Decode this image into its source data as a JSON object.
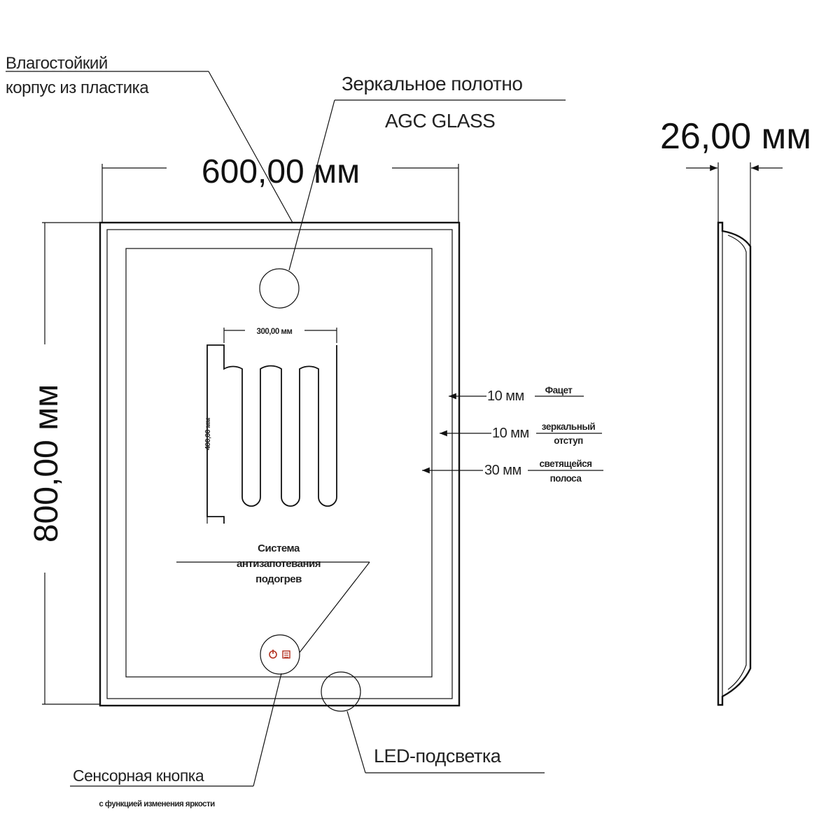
{
  "labels": {
    "housing_line1": "Влагостойкий",
    "housing_line2": "корпус из пластика",
    "mirror_line1": "Зеркальное  полотно",
    "mirror_line2": "AGC GLASS",
    "depth": "26,00 мм",
    "width": "600,00 мм",
    "height": "800,00 мм",
    "heater_width": "300,00 мм",
    "heater_height": "400,00 мм",
    "facet_value": "10 мм",
    "facet_label": "Фацет",
    "offset_value": "10 мм",
    "offset_label1": "зеркальный",
    "offset_label2": "отступ",
    "strip_value": "30 мм",
    "strip_label1": "светящейся",
    "strip_label2": "полоса",
    "antifog_line1": "Система",
    "antifog_line2": "антизапотевания",
    "antifog_line3": "подогрев",
    "touch_line1": "Сенсорная кнопка",
    "touch_line2": "с функцией изменения яркости",
    "led": "LED-подсветка"
  },
  "icons": [
    "power-icon",
    "brightness-icon"
  ]
}
